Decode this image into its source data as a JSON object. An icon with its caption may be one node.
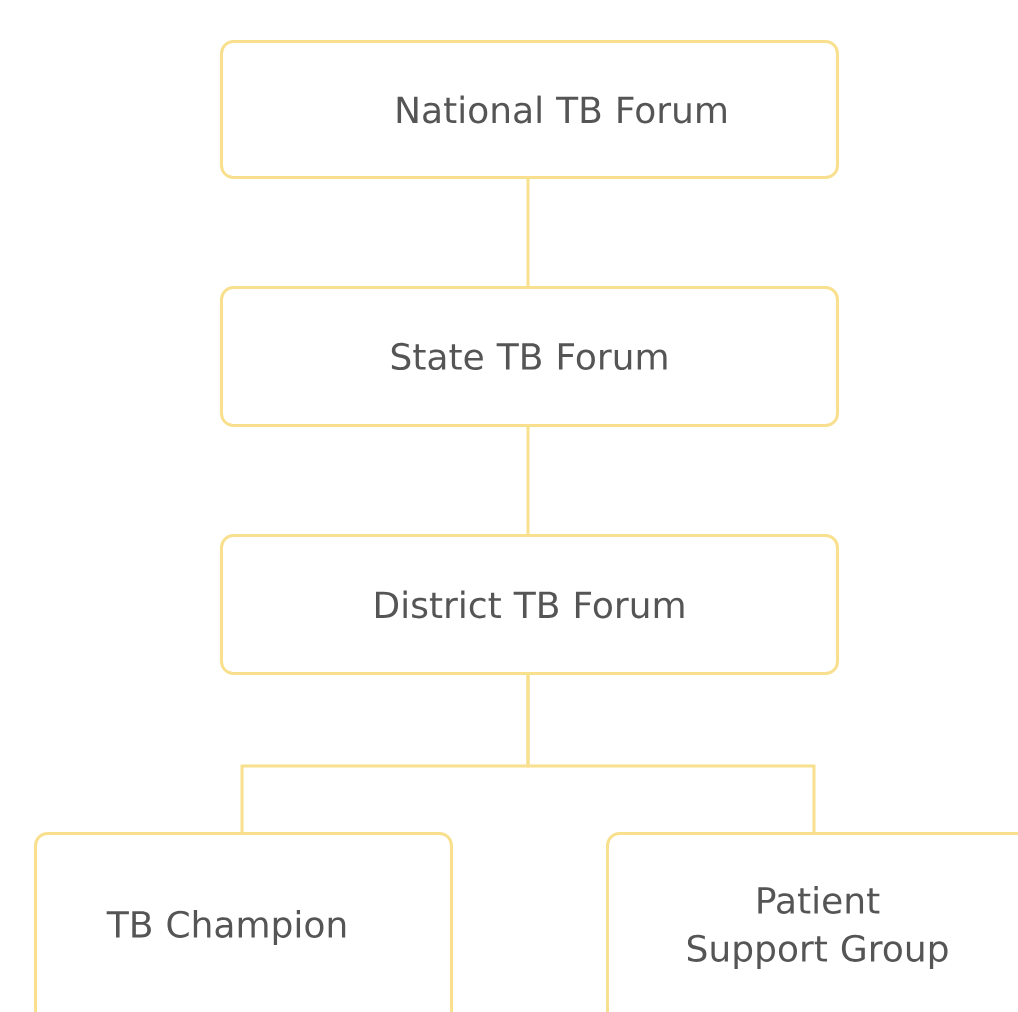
{
  "diagram": {
    "nodes": [
      {
        "text": [
          "National TB Forum"
        ]
      },
      {
        "text": [
          "State TB Forum"
        ]
      },
      {
        "text": [
          "District TB Forum"
        ]
      },
      {
        "text": [
          "TB Champion"
        ]
      },
      {
        "text": [
          "Patient Support Group"
        ]
      }
    ],
    "edges": [
      {
        "from": 0,
        "to": 1,
        "arrow": "none"
      },
      {
        "from": 1,
        "to": 2,
        "arrow": "none"
      },
      {
        "from": 2,
        "to": 3,
        "arrow": "none"
      },
      {
        "from": 2,
        "to": 4,
        "arrow": "none"
      }
    ]
  }
}
